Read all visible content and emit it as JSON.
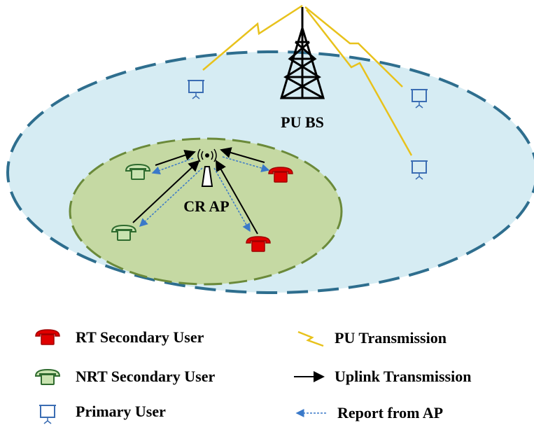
{
  "labels": {
    "pu_bs": "PU BS",
    "cr_ap": "CR AP"
  },
  "legend": {
    "rt_secondary_user": "RT Secondary User",
    "nrt_secondary_user": "NRT Secondary User",
    "primary_user": "Primary User",
    "pu_transmission": "PU Transmission",
    "uplink_transmission": "Uplink Transmission",
    "report_from_ap": "Report from AP"
  },
  "colors": {
    "outer_cell_fill": "#d6ecf3",
    "outer_cell_stroke": "#2e6e8e",
    "inner_cell_fill": "#c5d9a3",
    "inner_cell_stroke": "#6b8a3a",
    "rt_user": "#e00000",
    "nrt_user_fill": "#c9e3b0",
    "nrt_user_stroke": "#2f6b2f",
    "primary_user": "#3b6db3",
    "pu_transmission": "#e8c21c",
    "uplink": "#000000",
    "report": "#3a79c9"
  },
  "icons": {
    "rt_user": "telephone-icon",
    "nrt_user": "telephone-icon",
    "primary_user": "projector-screen-icon",
    "pu_bs": "cell-tower-icon",
    "cr_ap": "antenna-icon"
  }
}
